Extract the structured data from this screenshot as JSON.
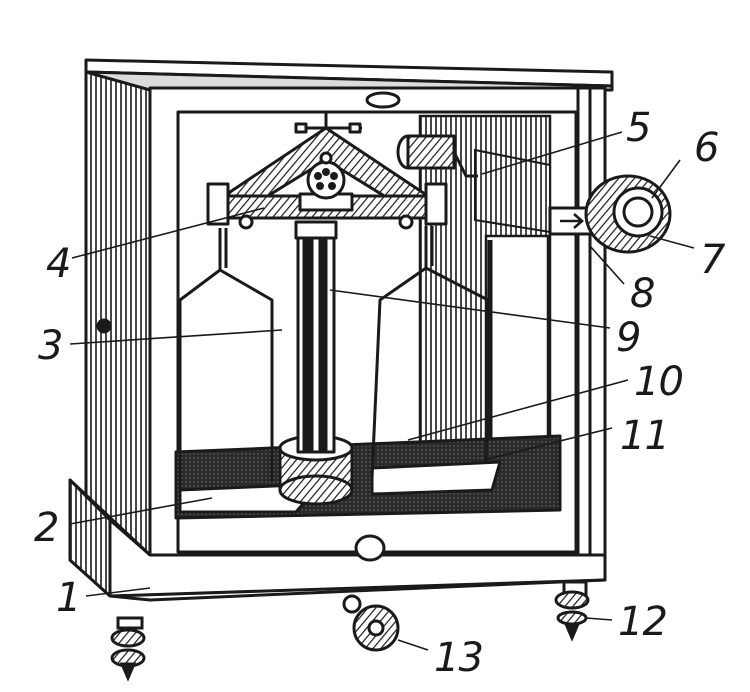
{
  "figure": {
    "ink_color": "#1a1a1a",
    "paper_color": "#ffffff",
    "shade_color": "#bdbdbd",
    "labels": [
      {
        "id": "1",
        "text": "1"
      },
      {
        "id": "2",
        "text": "2"
      },
      {
        "id": "3",
        "text": "3"
      },
      {
        "id": "4",
        "text": "4"
      },
      {
        "id": "5",
        "text": "5"
      },
      {
        "id": "6",
        "text": "6"
      },
      {
        "id": "7",
        "text": "7"
      },
      {
        "id": "8",
        "text": "8"
      },
      {
        "id": "9",
        "text": "9"
      },
      {
        "id": "10",
        "text": "10"
      },
      {
        "id": "11",
        "text": "11"
      },
      {
        "id": "12",
        "text": "12"
      },
      {
        "id": "13",
        "text": "13"
      }
    ]
  }
}
